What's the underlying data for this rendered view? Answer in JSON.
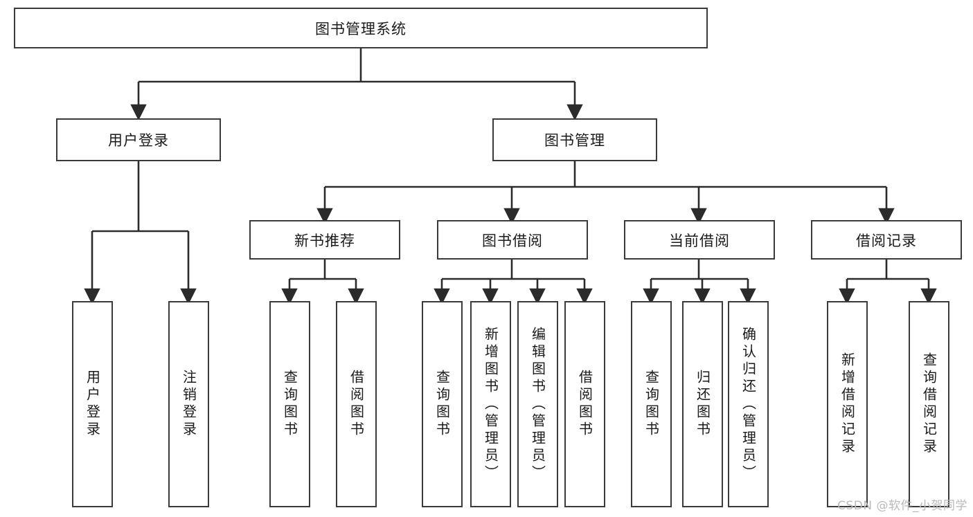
{
  "diagram": {
    "title": "图书管理系统",
    "type": "tree",
    "orientation": "top-down",
    "colors": {
      "border": "#3a3a3a",
      "background": "#ffffff",
      "text": "#1a1a1a",
      "watermark": "#b9b9b9"
    },
    "root": {
      "label": "图书管理系统"
    },
    "level1": [
      {
        "label": "用户登录"
      },
      {
        "label": "图书管理"
      }
    ],
    "level2": [
      {
        "label": "新书推荐"
      },
      {
        "label": "图书借阅"
      },
      {
        "label": "当前借阅"
      },
      {
        "label": "借阅记录"
      }
    ],
    "leaves": {
      "user_login": [
        {
          "label": "用户登录"
        },
        {
          "label": "注销登录"
        }
      ],
      "new_book_recommend": [
        {
          "label": "查询图书"
        },
        {
          "label": "借阅图书"
        }
      ],
      "book_borrow": [
        {
          "label": "查询图书"
        },
        {
          "label": "新增图书（管理员）"
        },
        {
          "label": "编辑图书（管理员）"
        },
        {
          "label": "借阅图书"
        }
      ],
      "current_borrow": [
        {
          "label": "查询图书"
        },
        {
          "label": "归还图书"
        },
        {
          "label": "确认归还（管理员）"
        }
      ],
      "borrow_record": [
        {
          "label": "新增借阅记录"
        },
        {
          "label": "查询借阅记录"
        }
      ]
    }
  },
  "watermark": {
    "text": "CSDN @软件_小贺同学"
  }
}
